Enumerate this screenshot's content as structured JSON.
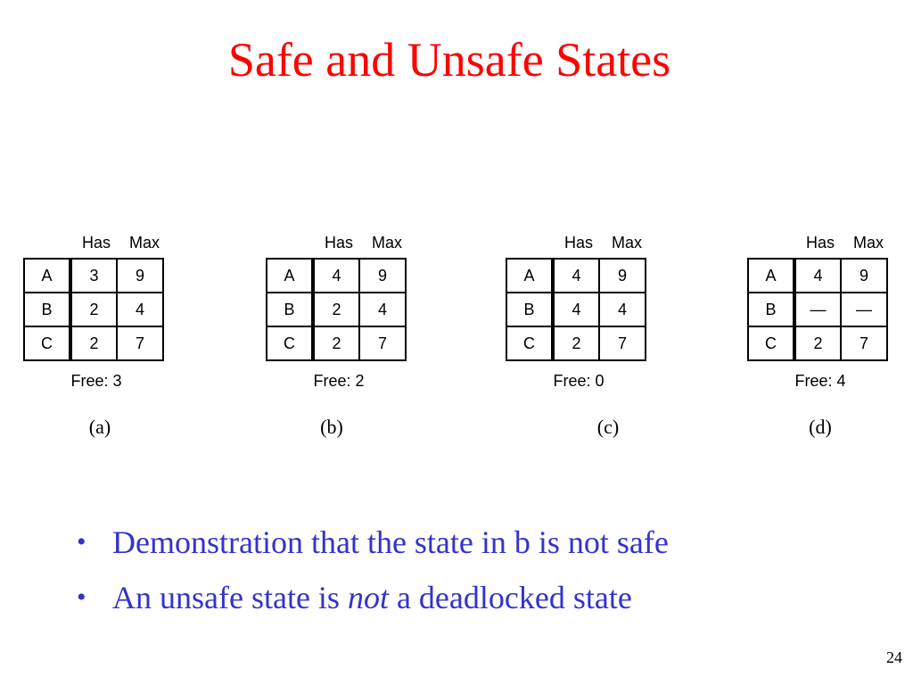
{
  "title": "Safe and Unsafe States",
  "header": {
    "has": "Has",
    "max": "Max"
  },
  "states": [
    {
      "letter": "(a)",
      "rows": [
        {
          "process": "A",
          "has": "3",
          "max": "9"
        },
        {
          "process": "B",
          "has": "2",
          "max": "4"
        },
        {
          "process": "C",
          "has": "2",
          "max": "7"
        }
      ],
      "free": "Free: 3"
    },
    {
      "letter": "(b)",
      "rows": [
        {
          "process": "A",
          "has": "4",
          "max": "9"
        },
        {
          "process": "B",
          "has": "2",
          "max": "4"
        },
        {
          "process": "C",
          "has": "2",
          "max": "7"
        }
      ],
      "free": "Free: 2"
    },
    {
      "letter": "(c)",
      "rows": [
        {
          "process": "A",
          "has": "4",
          "max": "9"
        },
        {
          "process": "B",
          "has": "4",
          "max": "4"
        },
        {
          "process": "C",
          "has": "2",
          "max": "7"
        }
      ],
      "free": "Free: 0"
    },
    {
      "letter": "(d)",
      "rows": [
        {
          "process": "A",
          "has": "4",
          "max": "9"
        },
        {
          "process": "B",
          "has": "—",
          "max": "—"
        },
        {
          "process": "C",
          "has": "2",
          "max": "7"
        }
      ],
      "free": "Free: 4"
    }
  ],
  "bullets": [
    {
      "parts": [
        {
          "text": "Demonstration that the state in b is not safe",
          "italic": false
        }
      ]
    },
    {
      "parts": [
        {
          "text": "An unsafe state is ",
          "italic": false
        },
        {
          "text": "not",
          "italic": true
        },
        {
          "text": " a deadlocked state",
          "italic": false
        }
      ]
    }
  ],
  "bullet_symbol": "•",
  "page_number": "24",
  "colors": {
    "title": "#ff0000",
    "bullets": "#3333cc",
    "text": "#000000"
  }
}
